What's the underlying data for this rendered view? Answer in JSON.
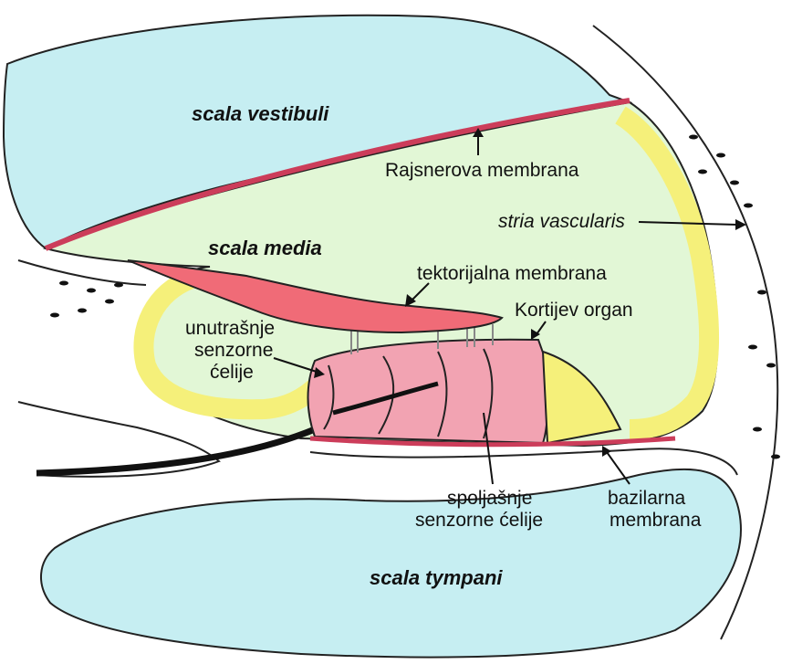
{
  "colors": {
    "scala_fluid": "#c6eef2",
    "scala_media_fill": "#e2f7d6",
    "membrane": "#cc3d5a",
    "tectorial": "#f06b77",
    "organ_of_corti": "#f2a3b2",
    "epithelium": "#f5f07a",
    "tissue_dots": "#111111"
  },
  "labels": {
    "scala_vestibuli": "scala vestibuli",
    "reissner_membrane": "Rajsnerova membrana",
    "scala_media": "scala media",
    "stria_vascularis": "stria vascularis",
    "tectorial_membrane": "tektorijalna membrana",
    "organ_of_corti": "Kortijev organ",
    "inner_hair_cells": [
      "unutrašnje",
      "senzorne",
      "ćelije"
    ],
    "outer_hair_cells": [
      "spoljašnje",
      "senzorne ćelije"
    ],
    "basilar_membrane": [
      "bazilarna",
      "membrana"
    ],
    "scala_tympani": "scala tympani"
  }
}
